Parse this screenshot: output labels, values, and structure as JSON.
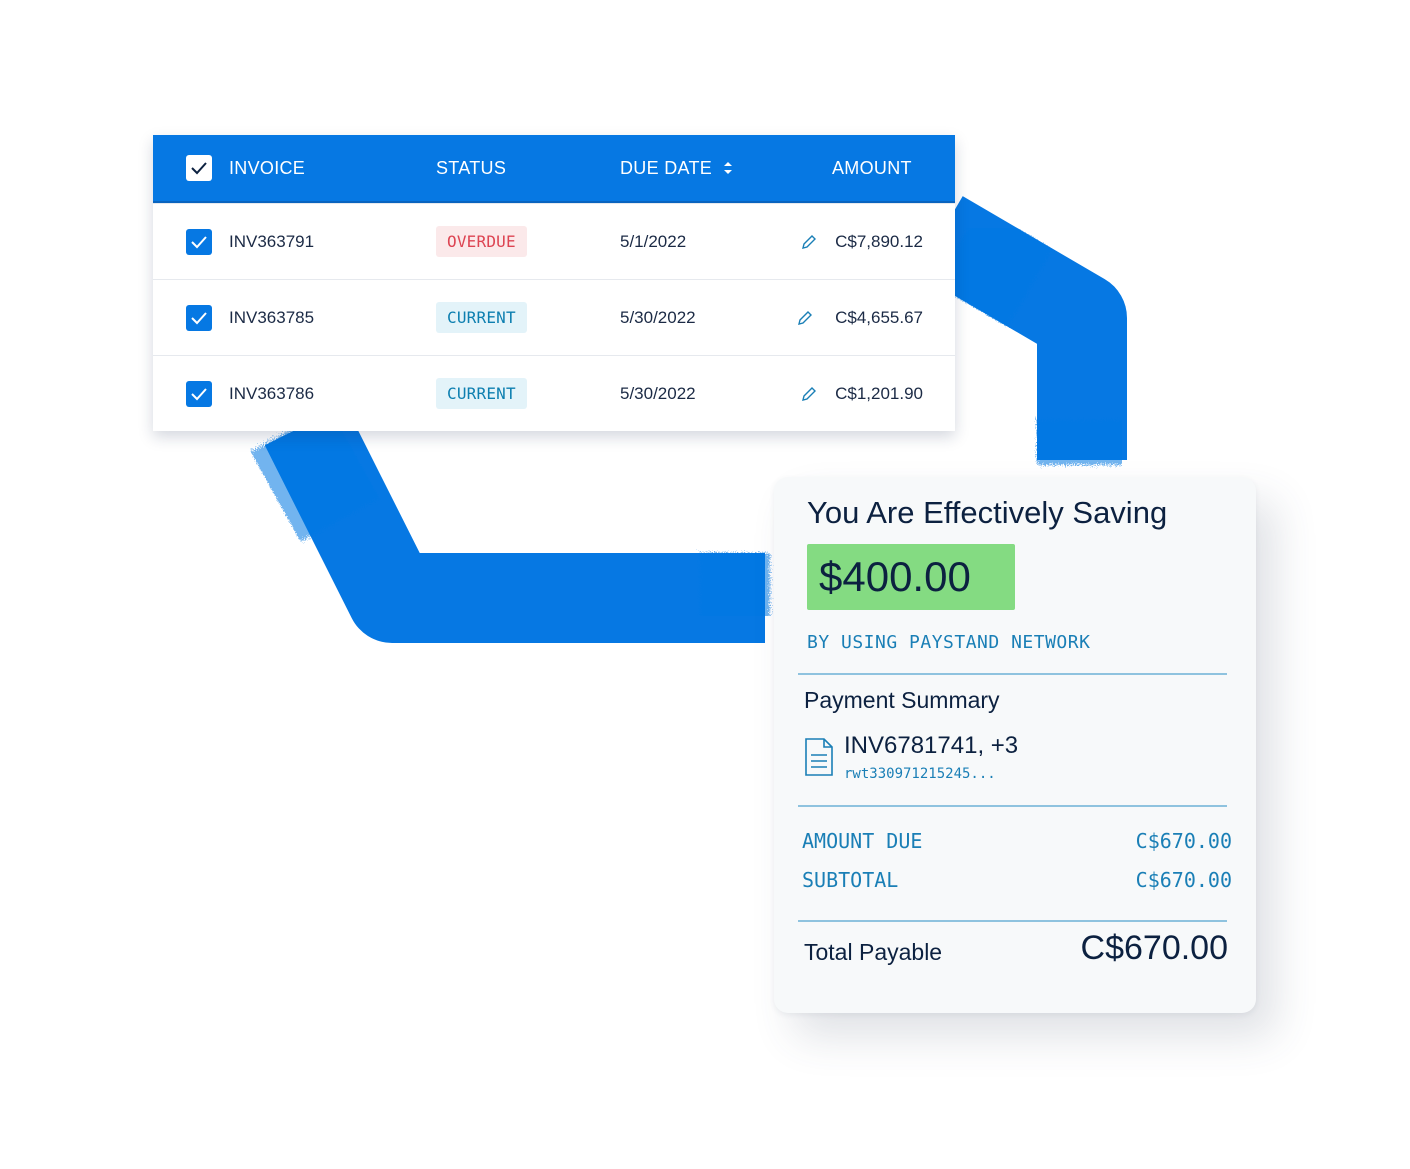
{
  "colors": {
    "brand_blue": "#0678e3",
    "overdue_text": "#dd4452",
    "current_text": "#0d7fb0",
    "saving_highlight": "#84db82",
    "navy_text": "#0c2140",
    "teal_text": "#1a7fb6"
  },
  "table": {
    "headers": {
      "invoice": "INVOICE",
      "status": "STATUS",
      "due_date": "DUE DATE",
      "amount": "AMOUNT"
    },
    "sort_icon": "sort-arrows-icon",
    "edit_icon": "pencil-icon",
    "rows": [
      {
        "invoice": "INV363791",
        "status": "OVERDUE",
        "due_date": "5/1/2022",
        "amount": "C$7,890.12"
      },
      {
        "invoice": "INV363785",
        "status": "CURRENT",
        "due_date": "5/30/2022",
        "amount": "C$4,655.67"
      },
      {
        "invoice": "INV363786",
        "status": "CURRENT",
        "due_date": "5/30/2022",
        "amount": "C$1,201.90"
      }
    ]
  },
  "summary": {
    "saving_title": "You Are Effectively Saving",
    "saving_amount": "$400.00",
    "saving_note": "BY USING PAYSTAND NETWORK",
    "section_title": "Payment Summary",
    "doc_icon": "document-icon",
    "invoice_ref": "INV6781741, +3",
    "invoice_id": "rwt330971215245...",
    "amount_due_label": "AMOUNT DUE",
    "amount_due_value": "C$670.00",
    "subtotal_label": "SUBTOTAL",
    "subtotal_value": "C$670.00",
    "total_label": "Total Payable",
    "total_value": "C$670.00"
  }
}
